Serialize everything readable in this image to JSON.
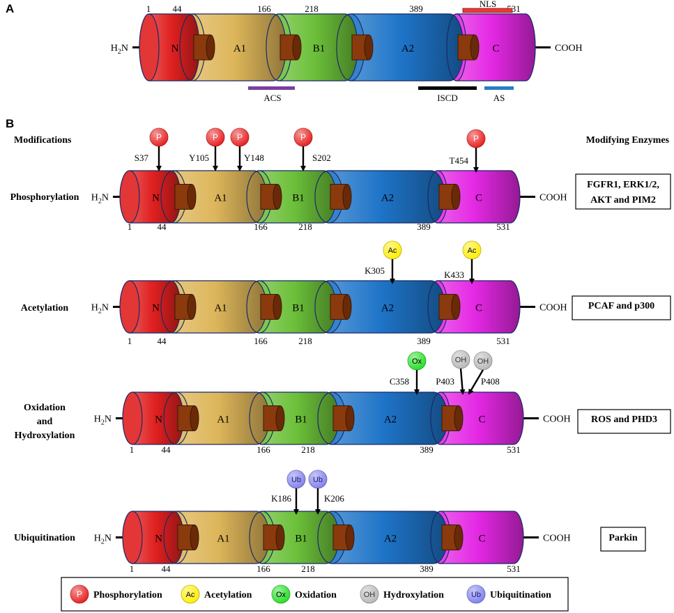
{
  "panels": {
    "a": "A",
    "b": "B"
  },
  "ends": {
    "n_base": "H",
    "n_sub": "2",
    "n_tail": "N",
    "c": "COOH"
  },
  "domains": [
    {
      "label": "N",
      "color": "#e02020"
    },
    {
      "label": "A1",
      "color": "#ddb65a"
    },
    {
      "label": "B1",
      "color": "#6cc03a"
    },
    {
      "label": "A2",
      "color": "#1e74c8"
    },
    {
      "label": "C",
      "color": "#e428e4"
    }
  ],
  "positions": [
    "1",
    "44",
    "166",
    "218",
    "389",
    "531"
  ],
  "panel_a_regions": {
    "nls": "NLS",
    "acs": "ACS",
    "iscd": "ISCD",
    "as": "AS"
  },
  "region_colors": {
    "nls": "#e83a3a",
    "acs": "#7b3fa0",
    "iscd": "#000000",
    "as": "#2a7dc4"
  },
  "headers": {
    "modifications": "Modifications",
    "enzymes": "Modifying Enzymes"
  },
  "rows": [
    {
      "modification": [
        "Phosphorylation"
      ],
      "enzymes": [
        "FGFR1, ERK1/2,",
        "AKT and PIM2"
      ],
      "sites": [
        {
          "label": "S37",
          "marker": "P"
        },
        {
          "label": "Y105",
          "marker": "P"
        },
        {
          "label": "Y148",
          "marker": "P"
        },
        {
          "label": "S202",
          "marker": "P"
        },
        {
          "label": "T454",
          "marker": "P"
        }
      ]
    },
    {
      "modification": [
        "Acetylation"
      ],
      "enzymes": [
        "PCAF and p300"
      ],
      "sites": [
        {
          "label": "K305",
          "marker": "Ac"
        },
        {
          "label": "K433",
          "marker": "Ac"
        }
      ]
    },
    {
      "modification": [
        "Oxidation",
        "and",
        "Hydroxylation"
      ],
      "enzymes": [
        "ROS and PHD3"
      ],
      "sites": [
        {
          "label": "C358",
          "marker": "Ox"
        },
        {
          "label": "P403",
          "marker": "OH"
        },
        {
          "label": "P408",
          "marker": "OH"
        }
      ]
    },
    {
      "modification": [
        "Ubiquitination"
      ],
      "enzymes": [
        "Parkin"
      ],
      "sites": [
        {
          "label": "K186",
          "marker": "Ub"
        },
        {
          "label": "K206",
          "marker": "Ub"
        }
      ]
    }
  ],
  "markers": {
    "P": {
      "text": "P",
      "color": "#e81c1c",
      "text_color": "#ffffff"
    },
    "Ac": {
      "text": "Ac",
      "color": "#ffee00",
      "text_color": "#000000"
    },
    "Ox": {
      "text": "Ox",
      "color": "#22e022",
      "text_color": "#000000"
    },
    "OH": {
      "text": "OH",
      "color": "#b8b8b8",
      "text_color": "#333333"
    },
    "Ub": {
      "text": "Ub",
      "color": "#8080f0",
      "text_color": "#1a1a6a"
    }
  },
  "legend": [
    {
      "marker": "P",
      "label": "Phosphorylation"
    },
    {
      "marker": "Ac",
      "label": "Acetylation"
    },
    {
      "marker": "Ox",
      "label": "Oxidation"
    },
    {
      "marker": "OH",
      "label": "Hydroxylation"
    },
    {
      "marker": "Ub",
      "label": "Ubiquitination"
    }
  ]
}
